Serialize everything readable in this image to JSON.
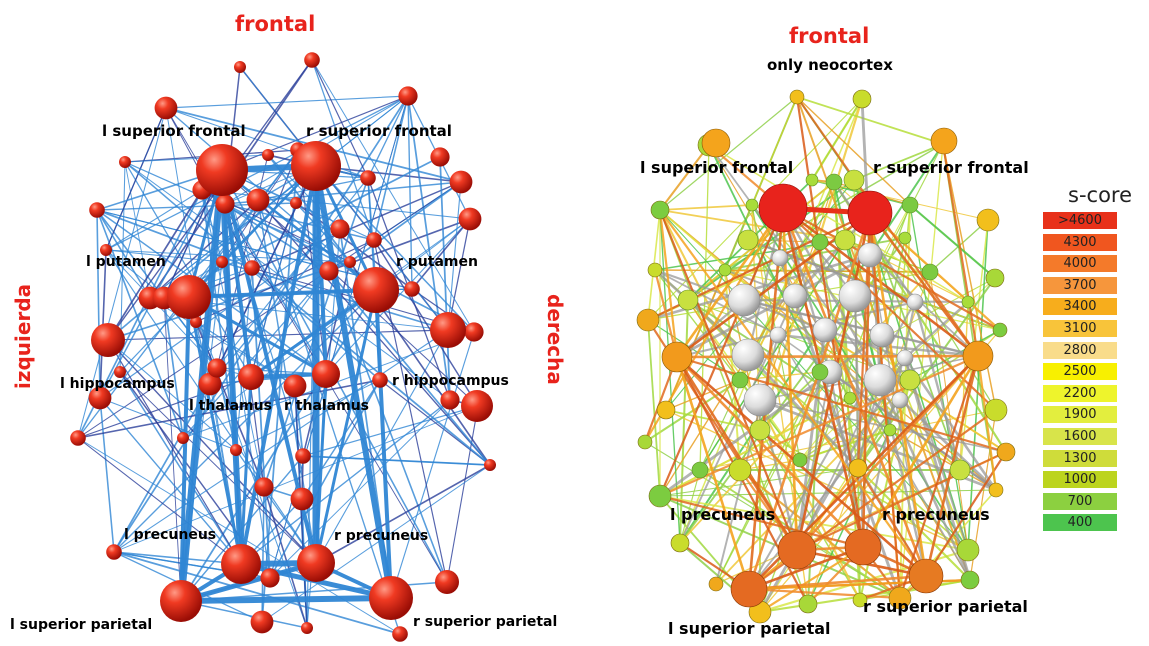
{
  "left": {
    "title": "frontal",
    "side_left": "izquierda",
    "side_right": "derecha",
    "labels": {
      "l_superior_frontal": "l superior frontal",
      "r_superior_frontal": "r superior frontal",
      "l_putamen": "l putamen",
      "r_putamen": "r putamen",
      "l_hippocampus": "l hippocampus",
      "r_hippocampus": "r hippocampus",
      "l_thalamus": "l thalamus",
      "r_thalamus": "r thalamus",
      "l_precuneus": "l precuneus",
      "r_precuneus": "r precuneus",
      "l_superior_parietal": "l superior parietal",
      "r_superior_parietal": "r superior parietal"
    },
    "colors": {
      "node": "#e3231c",
      "edge": "#2f86d4",
      "edge_dark": "#2a3f9a"
    }
  },
  "right": {
    "title": "frontal",
    "subtitle": "only neocortex",
    "labels": {
      "l_superior_frontal": "l superior frontal",
      "r_superior_frontal": "r superior frontal",
      "l_precuneus": "l precuneus",
      "r_precuneus": "r precuneus",
      "l_superior_parietal": "l superior parietal",
      "r_superior_parietal": "r superior parietal"
    }
  },
  "legend": {
    "title": "s-core",
    "items": [
      {
        "label": ">4600",
        "color": "#e8311a"
      },
      {
        "label": "4300",
        "color": "#f0561f"
      },
      {
        "label": "4000",
        "color": "#f47a2a"
      },
      {
        "label": "3700",
        "color": "#f6963c"
      },
      {
        "label": "3400",
        "color": "#f7ad1c"
      },
      {
        "label": "3100",
        "color": "#f8c43a"
      },
      {
        "label": "2800",
        "color": "#f9dc8a"
      },
      {
        "label": "2500",
        "color": "#f8f000"
      },
      {
        "label": "2200",
        "color": "#eef42c"
      },
      {
        "label": "1900",
        "color": "#e3ee3e"
      },
      {
        "label": "1600",
        "color": "#d8e44a"
      },
      {
        "label": "1300",
        "color": "#cfdc3a"
      },
      {
        "label": "1000",
        "color": "#bcd41e"
      },
      {
        "label": "700",
        "color": "#8cd040"
      },
      {
        "label": "400",
        "color": "#4dc44e"
      }
    ]
  }
}
